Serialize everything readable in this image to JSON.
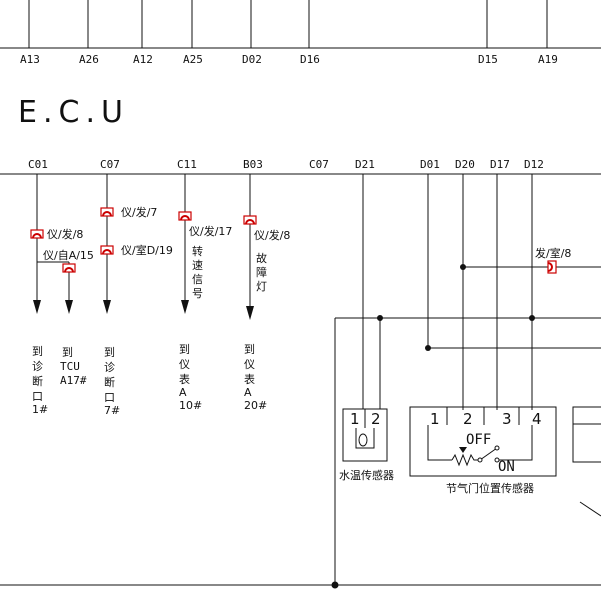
{
  "top_pins": [
    "A13",
    "A26",
    "A12",
    "A25",
    "D02",
    "D16",
    "D15",
    "A19"
  ],
  "title": "E.C.U",
  "ecu_pins": [
    "C01",
    "C07",
    "C11",
    "B03",
    "C07",
    "D21",
    "D01",
    "D20",
    "D17",
    "D12"
  ],
  "wire_labels": {
    "c01_a": "仪/发/8",
    "c01_b": "仪/自A/15",
    "c07_a": "仪/发/7",
    "c07_b": "仪/室D/19",
    "c11": "仪/发/17",
    "b03": "仪/发/8",
    "d17": "发/室/8"
  },
  "vertical_labels": {
    "c11": [
      "转",
      "速",
      "信",
      "号"
    ],
    "b03": [
      "故",
      "障",
      "灯"
    ]
  },
  "destinations": {
    "c01": [
      "到",
      "诊",
      "断",
      "口",
      "1#"
    ],
    "tcu": [
      "到",
      "TCU",
      "A17#"
    ],
    "c07": [
      "到",
      "诊",
      "断",
      "口",
      "7#"
    ],
    "c11": [
      "到",
      "仪",
      "表",
      "A",
      "10#"
    ],
    "b03": [
      "到",
      "仪",
      "表",
      "A",
      "20#"
    ]
  },
  "sensors": {
    "water": {
      "name": "水温传感器",
      "pins": [
        "1",
        "2"
      ]
    },
    "throttle": {
      "name": "节气门位置传感器",
      "pins": [
        "1",
        "2",
        "3",
        "4"
      ],
      "off_label": "OFF",
      "on_label": "ON"
    }
  }
}
